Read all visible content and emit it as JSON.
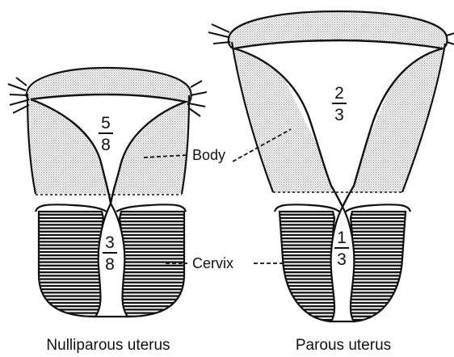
{
  "fractions": {
    "nulliparous_body_num": "5",
    "nulliparous_body_den": "8",
    "nulliparous_cervix_num": "3",
    "nulliparous_cervix_den": "8",
    "parous_body_num": "2",
    "parous_body_den": "3",
    "parous_cervix_num": "1",
    "parous_cervix_den": "3"
  },
  "labels": {
    "body": "Body",
    "cervix": "Cervix"
  },
  "captions": {
    "left": "Nulliparous uterus",
    "right": "Parous uterus"
  },
  "colors": {
    "ink": "#111111",
    "stipple": "#9a9a9a",
    "hatch": "#111111"
  }
}
